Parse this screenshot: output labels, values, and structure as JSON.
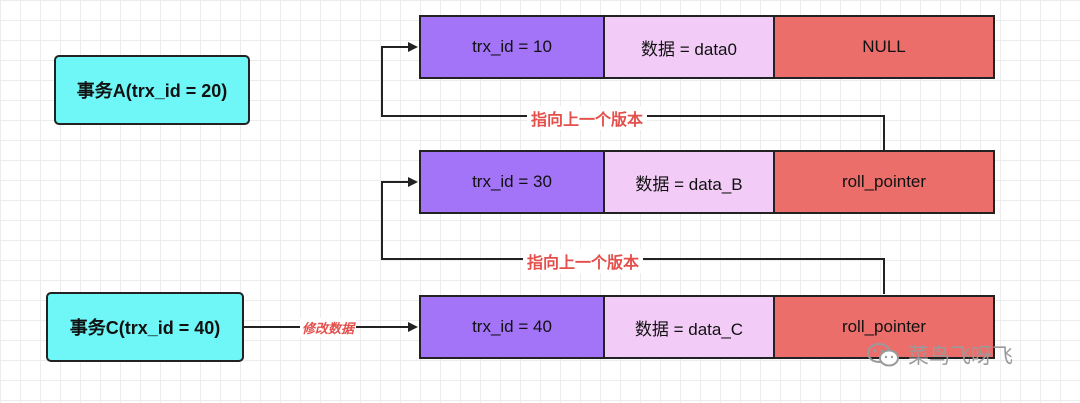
{
  "transactions": {
    "a": "事务A(trx_id = 20)",
    "c": "事务C(trx_id = 40)"
  },
  "versions": [
    {
      "trx": "trx_id = 10",
      "data": "数据 = data0",
      "pointer": "NULL"
    },
    {
      "trx": "trx_id = 30",
      "data": "数据 = data_B",
      "pointer": "roll_pointer"
    },
    {
      "trx": "trx_id = 40",
      "data": "数据 = data_C",
      "pointer": "roll_pointer"
    }
  ],
  "arrows": {
    "prev_version_1": "指向上一个版本",
    "prev_version_2": "指向上一个版本",
    "modify": "修改数据"
  },
  "watermark": {
    "text": "菜鸟飞呀飞",
    "icon": "wechat-icon"
  }
}
